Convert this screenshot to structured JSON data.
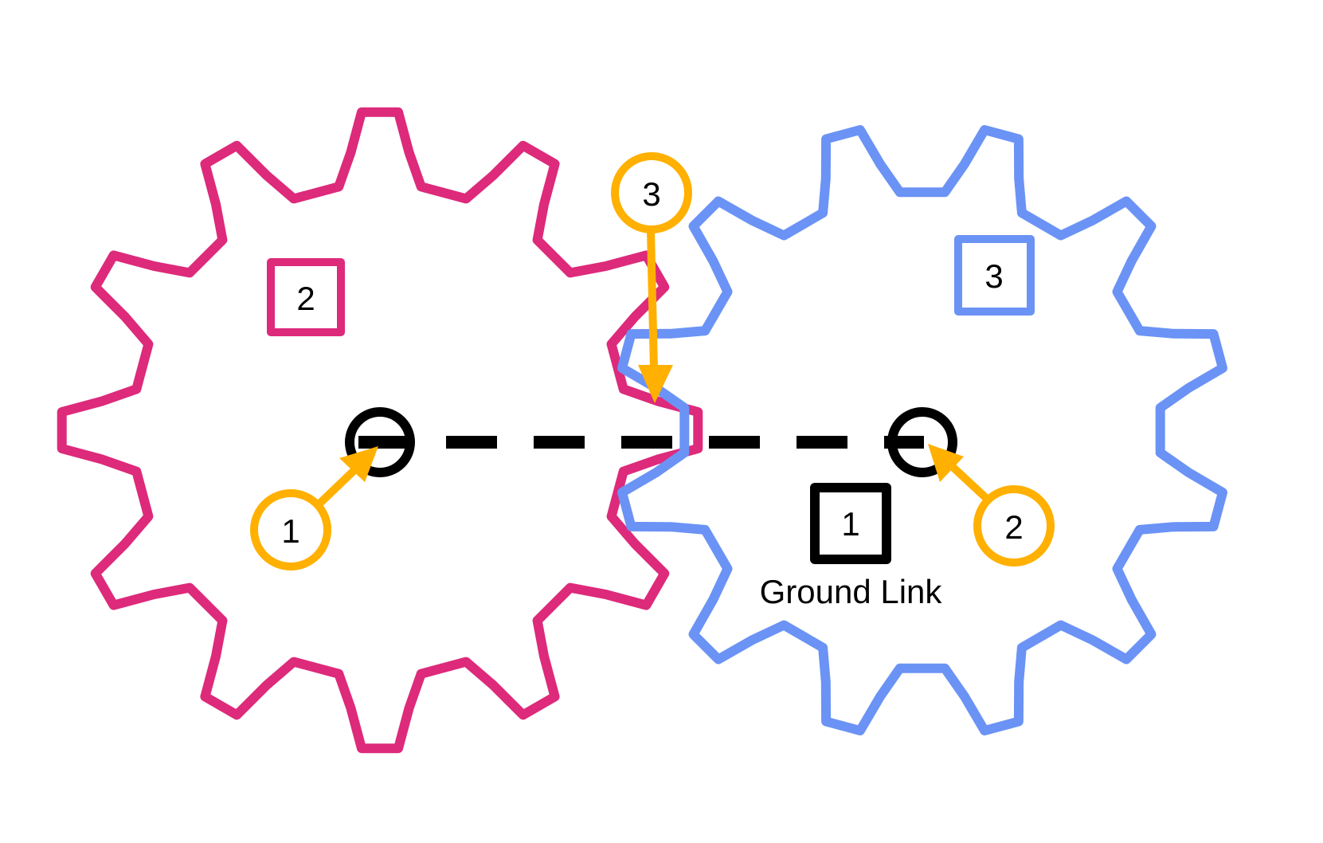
{
  "colors": {
    "gear_2": "#dd2a7b",
    "gear_3": "#6b93f5",
    "joint_marker": "#ffb000",
    "ground": "#000000",
    "background": "#ffffff"
  },
  "gears": [
    {
      "link_label": "2",
      "teeth": 12,
      "color_key": "gear_2"
    },
    {
      "link_label": "3",
      "teeth": 12,
      "color_key": "gear_3"
    }
  ],
  "ground": {
    "link_label": "1",
    "caption": "Ground Link"
  },
  "joints": [
    {
      "label": "1",
      "points_to": "gear-2-pivot"
    },
    {
      "label": "2",
      "points_to": "gear-3-pivot"
    },
    {
      "label": "3",
      "points_to": "gear-contact-point"
    }
  ]
}
